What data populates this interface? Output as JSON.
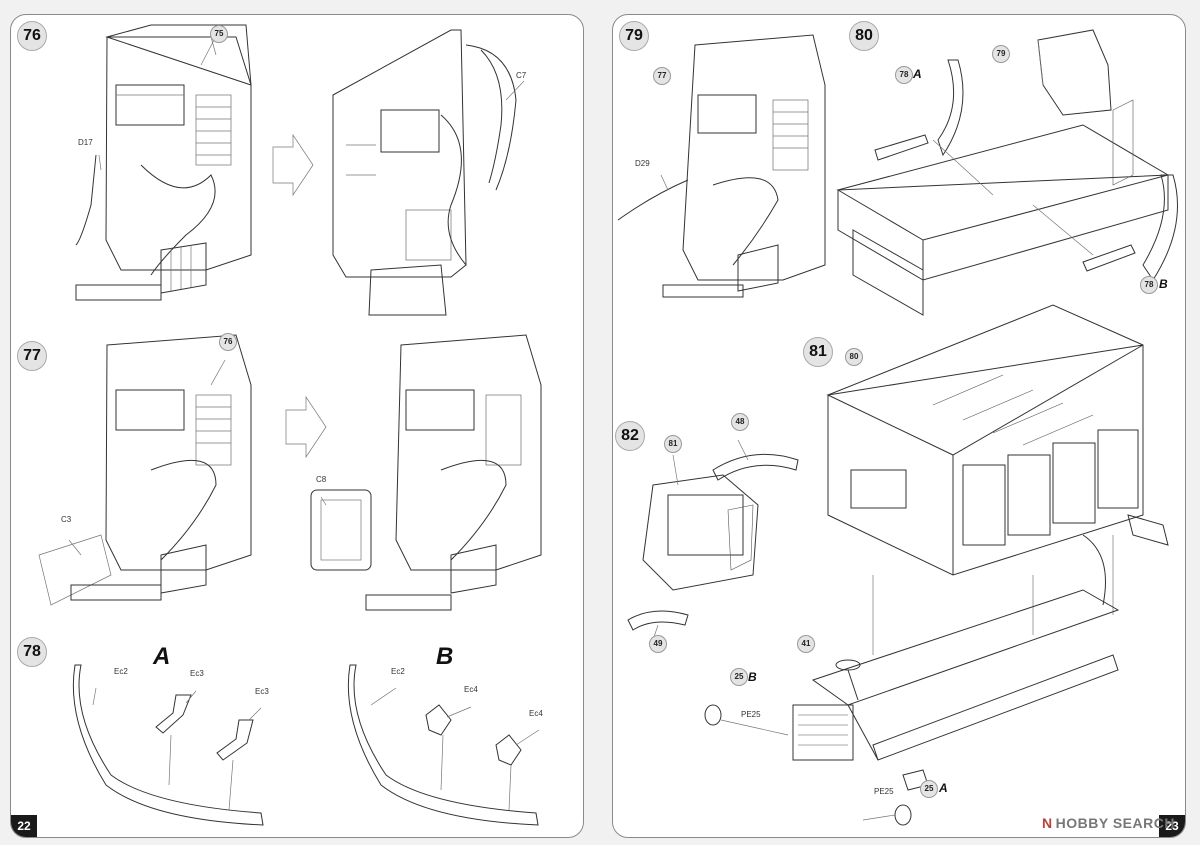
{
  "left_page": {
    "page_number": "22",
    "steps": [
      {
        "number": "76",
        "callouts": [
          "75"
        ],
        "parts": [
          "D17",
          "C7"
        ]
      },
      {
        "number": "77",
        "callouts": [
          "76"
        ],
        "parts": [
          "C3",
          "C8"
        ]
      },
      {
        "number": "78",
        "variants": [
          "A",
          "B"
        ],
        "parts_a": [
          "Ec2",
          "Ec3",
          "Ec3"
        ],
        "parts_b": [
          "Ec2",
          "Ec4",
          "Ec4"
        ]
      }
    ]
  },
  "right_page": {
    "page_number": "23",
    "steps": [
      {
        "number": "79",
        "callouts": [
          "77"
        ],
        "parts": [
          "D29"
        ]
      },
      {
        "number": "80",
        "callouts": [
          "79",
          "78",
          "78"
        ],
        "variants": [
          "A",
          "B"
        ]
      },
      {
        "number": "81",
        "callouts": [
          "80",
          "41",
          "25",
          "25"
        ],
        "variants": [
          "B",
          "A"
        ],
        "parts": [
          "PE25",
          "PE25"
        ]
      },
      {
        "number": "82",
        "callouts": [
          "81",
          "48",
          "49"
        ]
      }
    ]
  },
  "watermark": {
    "text": "HOBBY SEARCH",
    "mark": "N"
  }
}
